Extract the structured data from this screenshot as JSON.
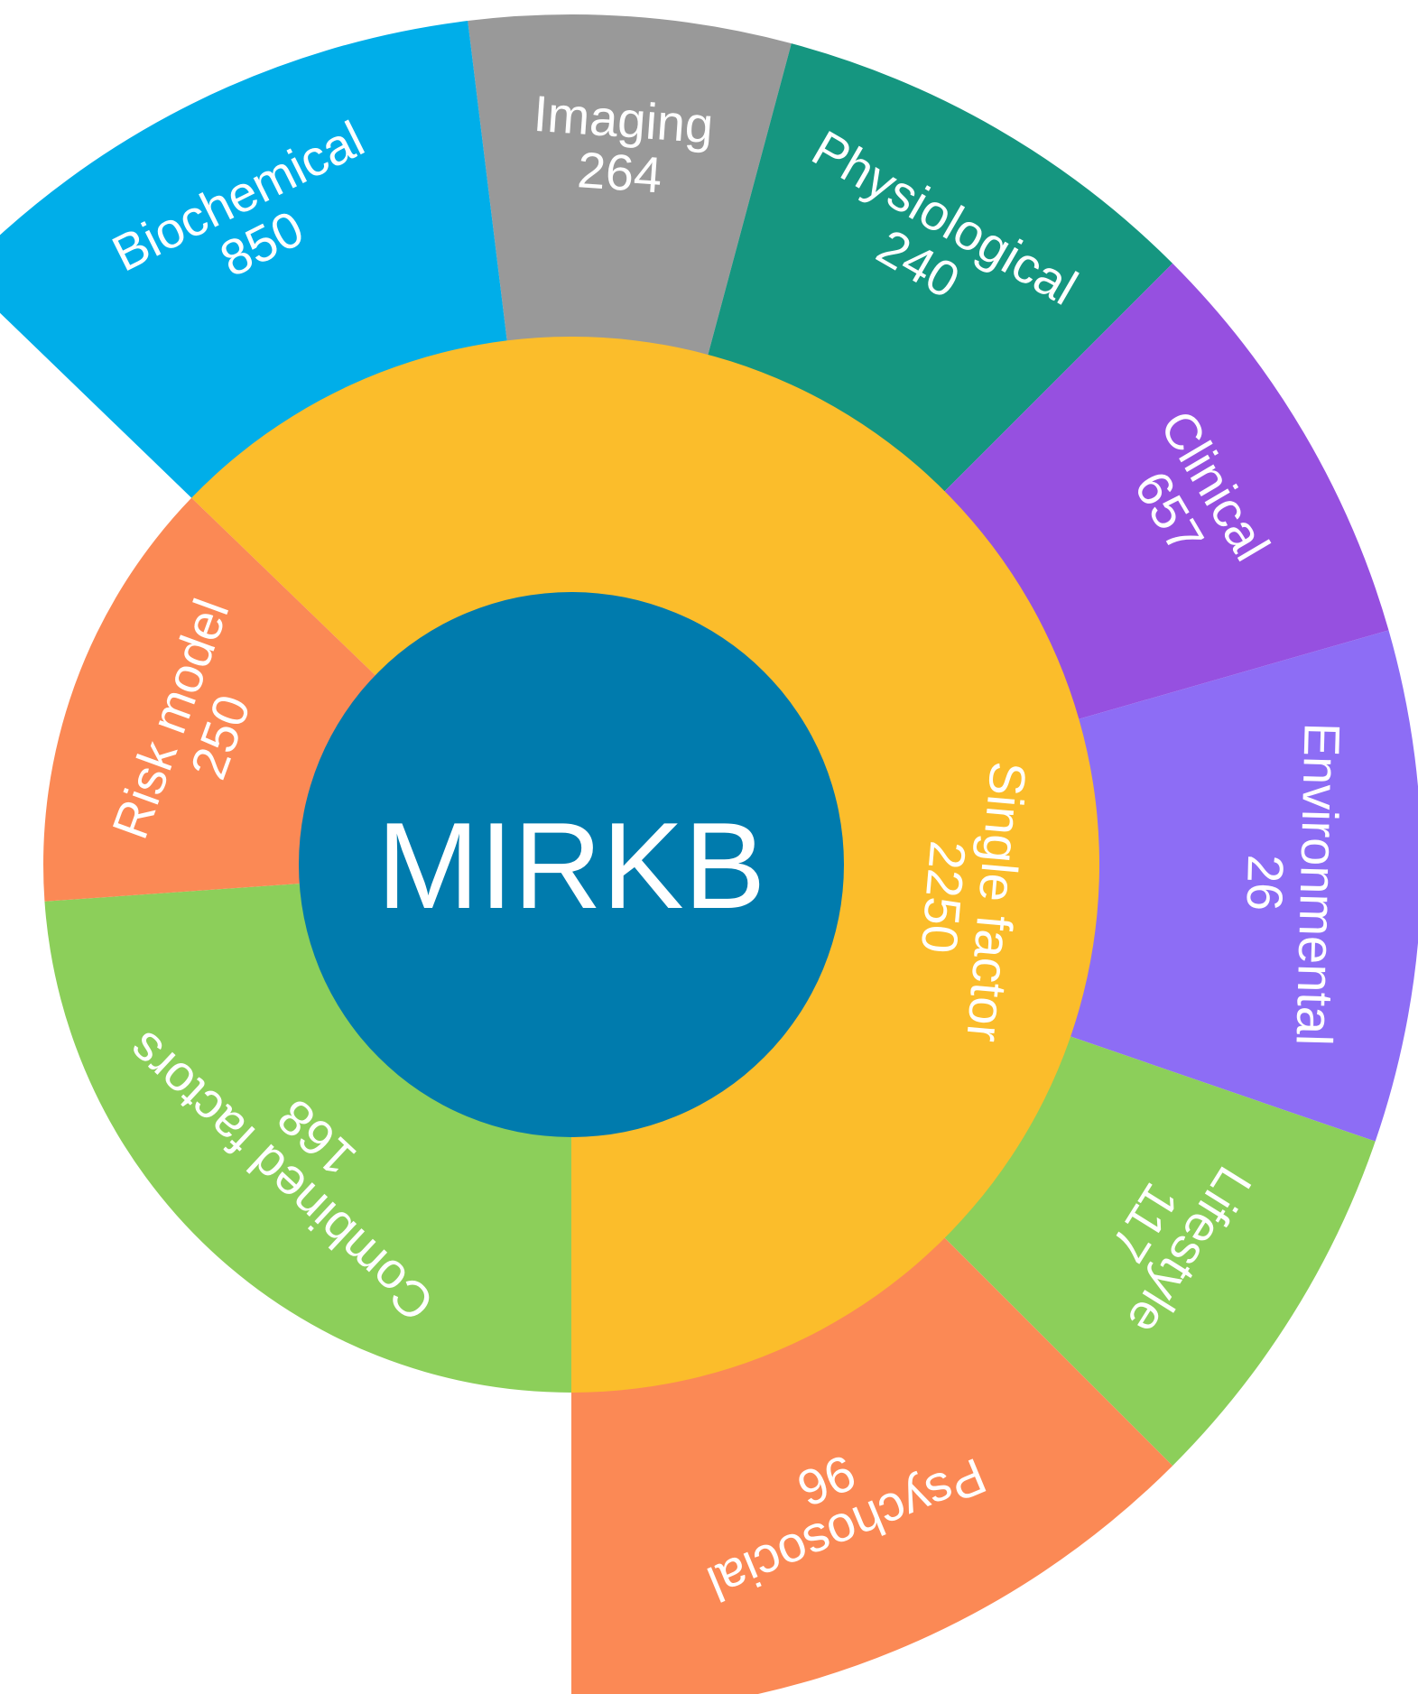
{
  "chart_data": {
    "type": "sunburst",
    "center": {
      "label": "MIRKB",
      "color": "#007bad"
    },
    "inner_ring": [
      {
        "label": "Single factor",
        "value": "2250",
        "color": "#fbbd2b"
      },
      {
        "label": "Combined factors",
        "value": "168",
        "color": "#8ccf5a"
      },
      {
        "label": "Risk model",
        "value": "250",
        "color": "#fb8955"
      }
    ],
    "outer_ring": [
      {
        "label": "Imaging",
        "value": "264",
        "color": "#999999",
        "parent": "Single factor"
      },
      {
        "label": "Physiological",
        "value": "240",
        "color": "#159680",
        "parent": "Single factor"
      },
      {
        "label": "Clinical",
        "value": "657",
        "color": "#9650e0",
        "parent": "Single factor"
      },
      {
        "label": "Environmental",
        "value": "26",
        "color": "#8d6df5",
        "parent": "Single factor"
      },
      {
        "label": "Lifestyle",
        "value": "117",
        "color": "#8ccf5a",
        "parent": "Single factor"
      },
      {
        "label": "Psychosocial",
        "value": "96",
        "color": "#fb8955",
        "parent": "Single factor"
      },
      {
        "label": "Biochemical",
        "value": "850",
        "color": "#00aee9",
        "parent": "Single factor"
      }
    ]
  }
}
